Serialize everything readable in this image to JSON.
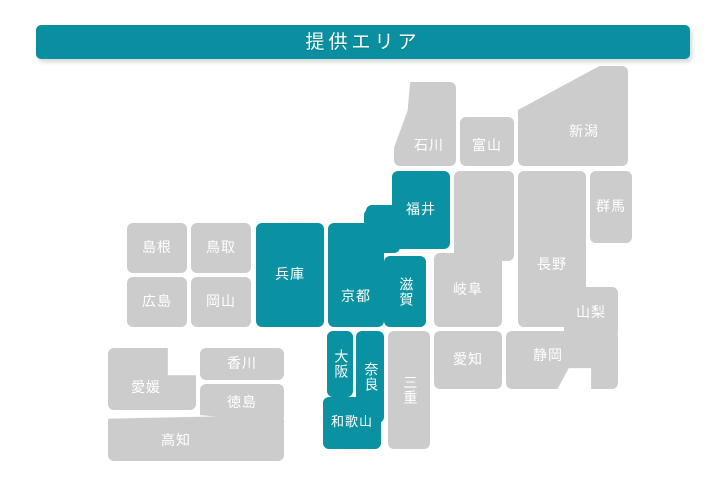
{
  "header": {
    "title": "提供エリア"
  },
  "legend": {
    "active_color": "#0a92a3",
    "inactive_color": "#cccccc",
    "header_color": "#0a8fa0",
    "label_color": "#ffffff",
    "background_color": "#ffffff"
  },
  "map": {
    "prefectures": [
      {
        "key": "shimane",
        "label": "島根",
        "state": "inactive"
      },
      {
        "key": "tottori",
        "label": "鳥取",
        "state": "inactive"
      },
      {
        "key": "hiroshima",
        "label": "広島",
        "state": "inactive"
      },
      {
        "key": "okayama",
        "label": "岡山",
        "state": "inactive"
      },
      {
        "key": "hyogo",
        "label": "兵庫",
        "state": "active"
      },
      {
        "key": "kyoto",
        "label": "京都",
        "state": "active"
      },
      {
        "key": "fukui",
        "label": "福井",
        "state": "active"
      },
      {
        "key": "shiga",
        "label": "滋賀",
        "state": "active"
      },
      {
        "key": "osaka",
        "label": "大阪",
        "state": "active"
      },
      {
        "key": "nara",
        "label": "奈良",
        "state": "active"
      },
      {
        "key": "wakayama",
        "label": "和歌山",
        "state": "active"
      },
      {
        "key": "mie",
        "label": "三重",
        "state": "inactive"
      },
      {
        "key": "ishikawa",
        "label": "石川",
        "state": "inactive"
      },
      {
        "key": "toyama",
        "label": "富山",
        "state": "inactive"
      },
      {
        "key": "niigata",
        "label": "新潟",
        "state": "inactive"
      },
      {
        "key": "gifu",
        "label": "岐阜",
        "state": "inactive"
      },
      {
        "key": "nagano",
        "label": "長野",
        "state": "inactive"
      },
      {
        "key": "gunma",
        "label": "群馬",
        "state": "inactive"
      },
      {
        "key": "yamanashi",
        "label": "山梨",
        "state": "inactive"
      },
      {
        "key": "aichi",
        "label": "愛知",
        "state": "inactive"
      },
      {
        "key": "shizuoka",
        "label": "静岡",
        "state": "inactive"
      },
      {
        "key": "ehime",
        "label": "愛媛",
        "state": "inactive"
      },
      {
        "key": "kagawa",
        "label": "香川",
        "state": "inactive"
      },
      {
        "key": "tokushima",
        "label": "徳島",
        "state": "inactive"
      },
      {
        "key": "kochi",
        "label": "高知",
        "state": "inactive"
      }
    ]
  }
}
